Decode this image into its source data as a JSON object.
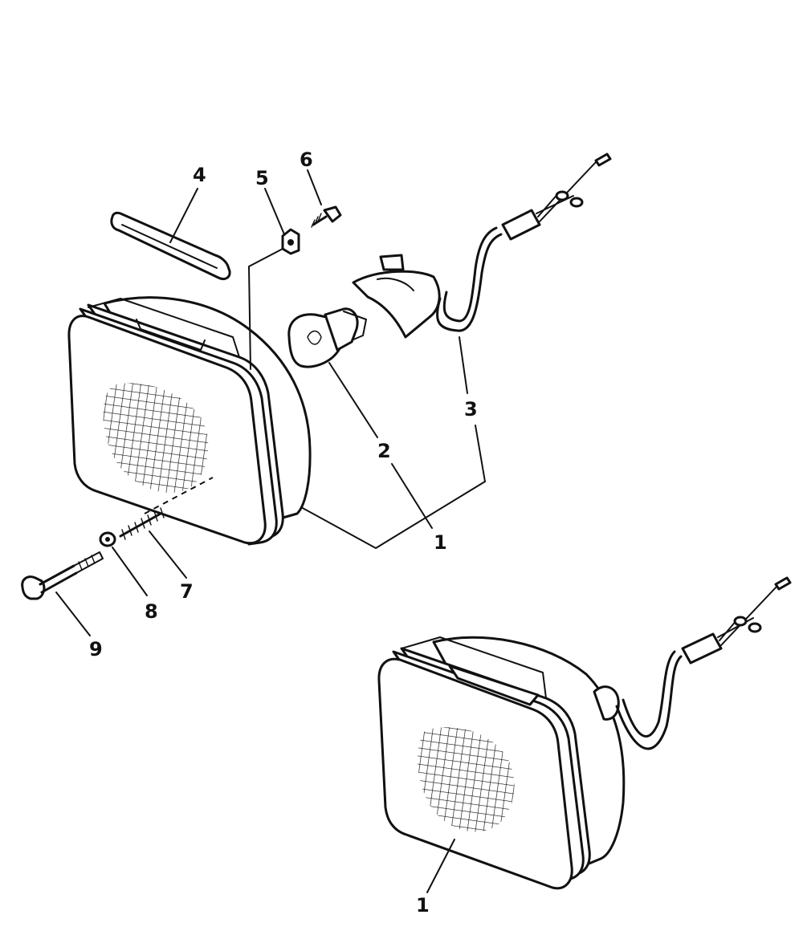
{
  "callouts": [
    {
      "id": "lamp-assembly-upper",
      "text": "1"
    },
    {
      "id": "bulb",
      "text": "2"
    },
    {
      "id": "socket-harness",
      "text": "3"
    },
    {
      "id": "trim-strip",
      "text": "4"
    },
    {
      "id": "clip-nut",
      "text": "5"
    },
    {
      "id": "screw-small",
      "text": "6"
    },
    {
      "id": "adjust-spring",
      "text": "7"
    },
    {
      "id": "washer",
      "text": "8"
    },
    {
      "id": "adjust-screw",
      "text": "9"
    },
    {
      "id": "lamp-assembly-lower",
      "text": "1"
    }
  ]
}
